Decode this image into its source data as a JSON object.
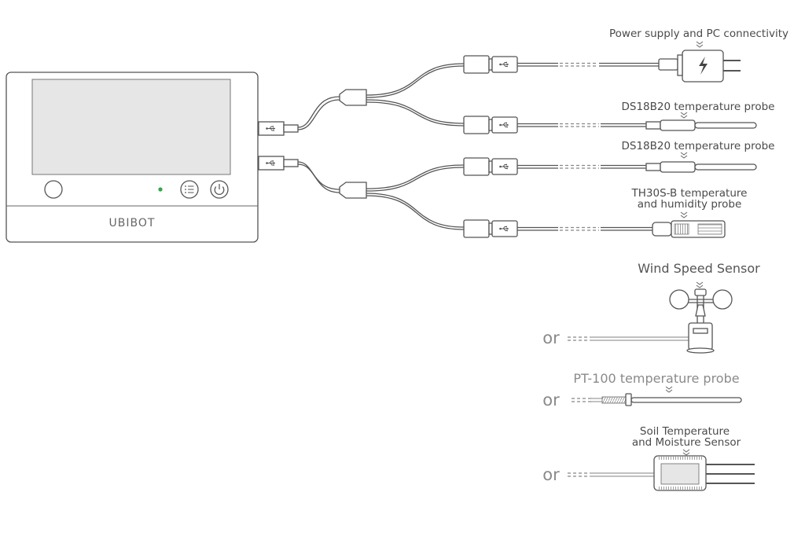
{
  "device": {
    "brand": "UBIBOT",
    "led_color": "#2ea84a"
  },
  "labels": {
    "power": "Power supply and PC connectivity",
    "ds18b20_a": "DS18B20 temperature probe",
    "ds18b20_b": "DS18B20 temperature probe",
    "th30s_line1": "TH30S-B temperature",
    "th30s_line2": "and humidity probe",
    "wind": "Wind Speed Sensor",
    "pt100": "PT-100 temperature probe",
    "soil_line1": "Soil Temperature",
    "soil_line2": "and Moisture Sensor"
  },
  "alternatives": {
    "or_word": "or"
  },
  "icons": {
    "usb": "usb-icon",
    "bolt": "lightning-icon",
    "menu": "menu-icon",
    "power": "power-icon",
    "chevron": "double-chevron-down-icon"
  }
}
